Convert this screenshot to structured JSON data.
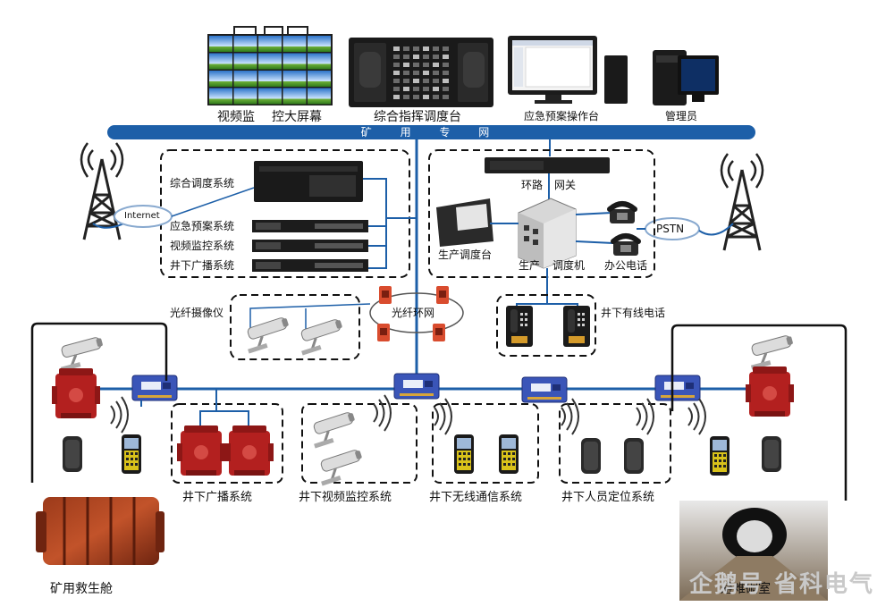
{
  "top_devices": {
    "video_wall_label_a": "视频监",
    "video_wall_label_b": "控大屏幕",
    "dispatch_console_label": "综合指挥调度台",
    "emergency_console_label": "应急预案操作台",
    "admin_label": "管理员"
  },
  "bus": {
    "label": "矿 用 专 网"
  },
  "left_group": {
    "items": [
      "综合调度系统",
      "应急预案系统",
      "视频监控系统",
      "井下广播系统"
    ]
  },
  "internet_label": "Internet",
  "pstn_label": "PSTN",
  "right_group": {
    "gateway_a": "环路",
    "gateway_b": "网关",
    "prod_console": "生产调度台",
    "dispatcher_a": "生产",
    "dispatcher_b": "调度机",
    "office_phone": "办公电话"
  },
  "fiber_ring_label": "光纤环网",
  "fiber_camera_label": "光纤摄像仪",
  "wired_phone_label": "井下有线电话",
  "subsystems": [
    "井下广播系统",
    "井下视频监控系统",
    "井下无线通信系统",
    "井下人员定位系统"
  ],
  "capsule_label": "矿用救生舱",
  "chamber_label": "避难硐室",
  "watermark": "企鹅号 省科电气",
  "colors": {
    "network_blue": "#1d5fa8",
    "device_red": "#b3201f",
    "switch_blue": "#3a55b8",
    "phone_yellow": "#d9c21a"
  }
}
